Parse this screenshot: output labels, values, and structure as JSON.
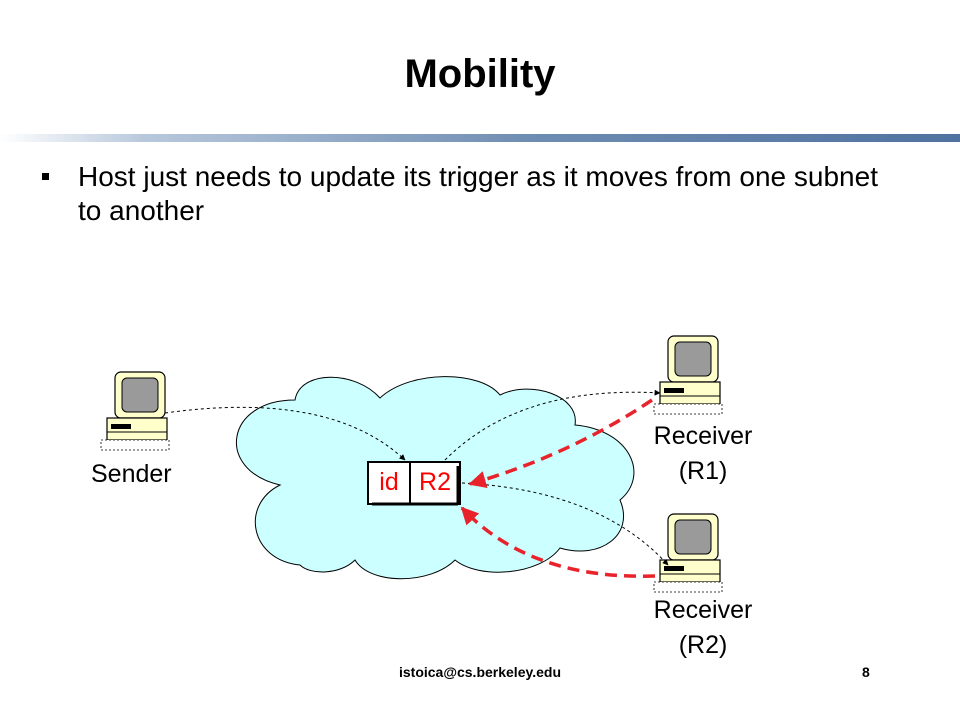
{
  "slide": {
    "title": "Mobility",
    "bullet": "Host just needs to update its trigger as it moves from one subnet to another"
  },
  "diagram": {
    "sender_label": "Sender",
    "receiver1_label": [
      "Receiver",
      "(R1)"
    ],
    "receiver2_label": [
      "Receiver",
      "(R2)"
    ],
    "trigger": {
      "id": "id",
      "target": "R2"
    },
    "colors": {
      "cloud": "#ccffff",
      "trigger_text": "#ff0000",
      "update_arrow": "#e8232b"
    }
  },
  "footer": {
    "email": "istoica@cs.berkeley.edu",
    "page": "8"
  }
}
